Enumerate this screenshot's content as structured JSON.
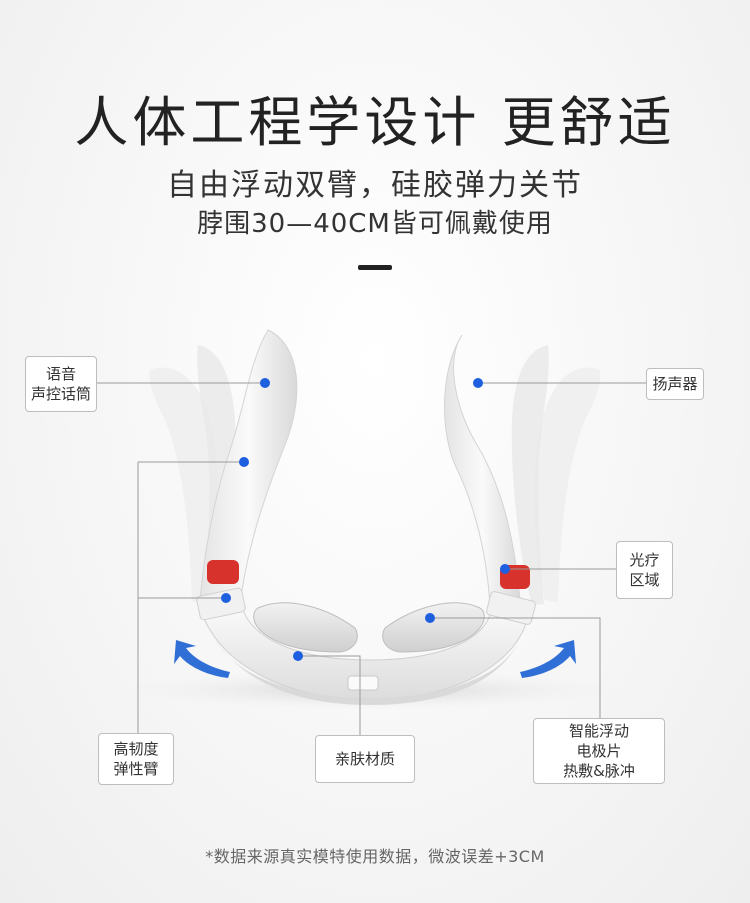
{
  "title": "人体工程学设计 更舒适",
  "subtitle": "自由浮动双臂，硅胶弹力关节",
  "subtitle2": "脖围30—40CM皆可佩戴使用",
  "labels": {
    "mic": [
      "语音",
      "声控话筒"
    ],
    "speaker": "扬声器",
    "light": [
      "光疗",
      "区域"
    ],
    "arm": [
      "高韧度",
      "弹性臂"
    ],
    "material": "亲肤材质",
    "electrode": [
      "智能浮动",
      "电极片",
      "热敷&脉冲"
    ]
  },
  "footnote": "*数据来源真实模特使用数据，微波误差+3CM",
  "colors": {
    "dot": "#1e5fe0",
    "red_pad": "#d8322c",
    "arrow": "#2f6fd6"
  }
}
